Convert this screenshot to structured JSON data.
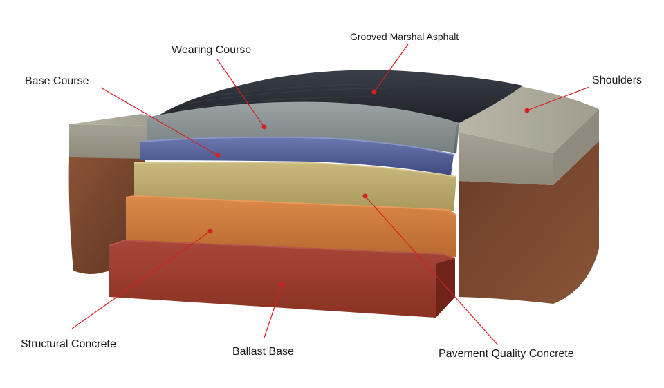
{
  "diagram": {
    "labels": {
      "grooved_marshal_asphalt": "Grooved Marshal Asphalt",
      "wearing_course": "Wearing Course",
      "base_course": "Base Course",
      "shoulders": "Shoulders",
      "structural_concrete": "Structural Concrete",
      "ballast_base": "Ballast Base",
      "pavement_quality_concrete": "Pavement Quality Concrete"
    },
    "colors": {
      "asphalt": "#2a2e35",
      "wearing_course": "#8a9296",
      "base_course": "#4e5c92",
      "pavement_quality_concrete": "#b8a86e",
      "structural_concrete": "#cc7a3e",
      "ballast_base": "#9a3a2a",
      "shoulders": "#a8a595",
      "soil": "#7c4a30",
      "leader": "#d42020",
      "text": "#1a1a1a"
    }
  }
}
